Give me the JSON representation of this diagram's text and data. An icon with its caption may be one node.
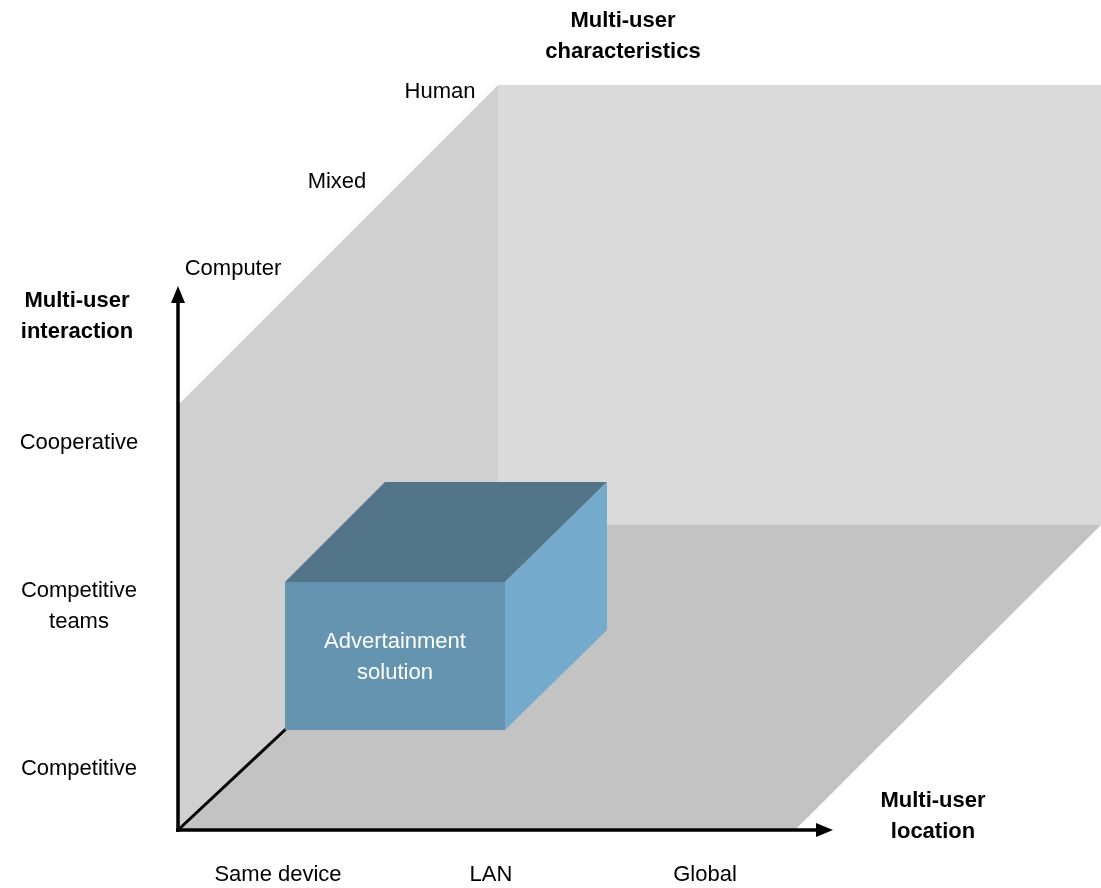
{
  "diagram": {
    "nodes": [
      {
        "text": [
          "Advertainment solution"
        ]
      }
    ],
    "labels": [
      "Multi-user characteristics",
      "Human",
      "Mixed",
      "Computer",
      "Multi-user interaction",
      "Cooperative",
      "Competitive teams",
      "Competitive",
      "Multi-user location",
      "Same device",
      "LAN",
      "Global"
    ]
  }
}
